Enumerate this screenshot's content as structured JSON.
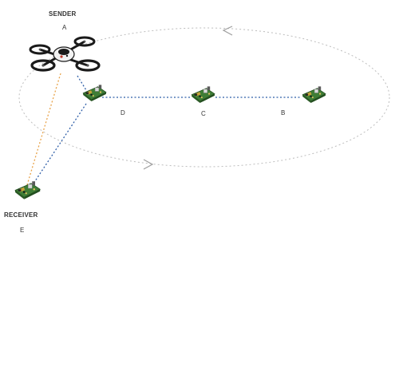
{
  "diagram": {
    "roles": {
      "sender": "SENDER",
      "receiver": "RECEIVER"
    },
    "nodes": {
      "a": "A",
      "b": "B",
      "c": "C",
      "d": "D",
      "e": "E"
    },
    "colors": {
      "orbit": "#bdbdbd",
      "blue_link": "#2f5fa8",
      "orange_link": "#e8a34a",
      "board_green": "#3f7d36",
      "board_dark": "#1f4a1c",
      "drone_black": "#1a1a1a",
      "drone_white": "#f2f2f2"
    },
    "icons": {
      "sender": "quadcopter-drone-icon",
      "relay": "circuit-board-icon"
    }
  }
}
